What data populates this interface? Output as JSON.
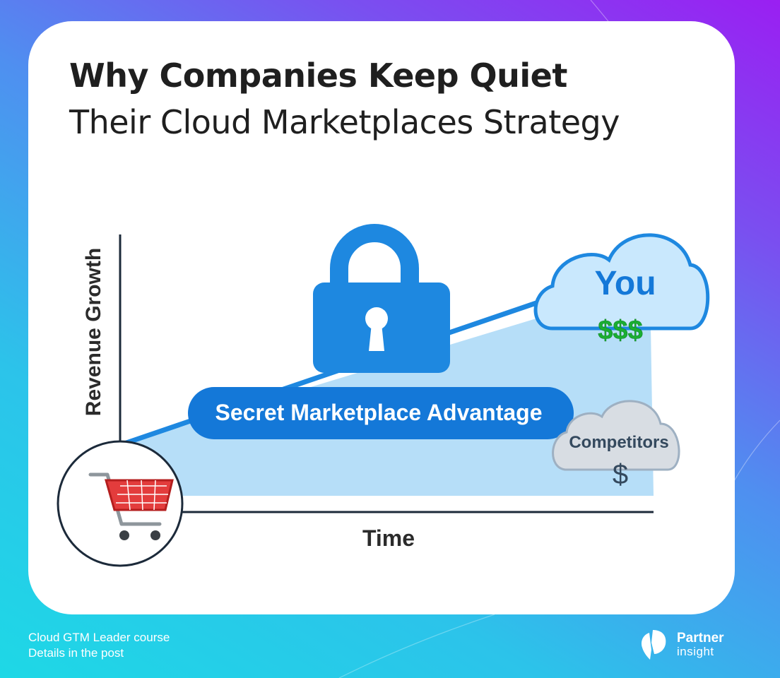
{
  "title": {
    "line1": "Why Companies Keep Quiet",
    "line2": "Their Cloud Marketplaces Strategy"
  },
  "diagram": {
    "y_axis_label": "Revenue Growth",
    "x_axis_label": "Time",
    "banner_label": "Secret Marketplace Advantage",
    "you_cloud": {
      "label": "You",
      "amount": "$$$",
      "amount_color": "#1aae32"
    },
    "competitors_cloud": {
      "label": "Competitors",
      "amount": "$"
    },
    "icons": [
      "shopping-cart-icon",
      "padlock-icon",
      "cloud-icon"
    ]
  },
  "footer": {
    "line1": "Cloud GTM Leader course",
    "line2": "Details in the post"
  },
  "brand": {
    "line1": "Partner",
    "line2": "insight"
  },
  "colors": {
    "accent_blue": "#1e88e0",
    "light_blue_fill": "#b6def8",
    "green_money": "#1aae32",
    "title_text": "#1f1f1f"
  }
}
